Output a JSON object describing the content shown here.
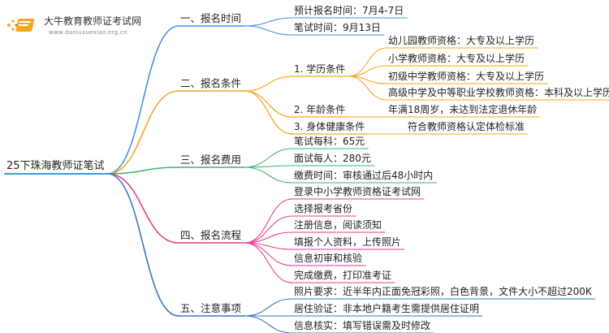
{
  "brand": {
    "name": "大牛教育教师证考试网",
    "url": "www.daniuxuexiao.org.cn",
    "colors": {
      "dot_main": "#f5a623",
      "dot_accent": "#e8453c"
    }
  },
  "root": {
    "label": "25下珠海教师证笔试"
  },
  "colors": {
    "root_link": "#3f9bd8",
    "blue": "#4a90e2",
    "orange": "#f5a623",
    "green": "#3cb371",
    "pink": "#e63c8c",
    "navy": "#3a78c2"
  },
  "branches": [
    {
      "label": "一、报名时间",
      "color": "blue",
      "leaves": [
        {
          "label": "预计报名时间：7月4-7日"
        },
        {
          "label": "笔试时间：9月13日"
        }
      ]
    },
    {
      "label": "二、报名条件",
      "color": "orange",
      "subs": [
        {
          "label": "1. 学历条件",
          "leaves": [
            {
              "label": "幼儿园教师资格：大专及以上学历"
            },
            {
              "label": "小学教师资格：大专及以上学历"
            },
            {
              "label": "初级中学教师资格：大专及以上学历"
            },
            {
              "label": "高级中学及中等职业学校教师资格：本科及以上学历"
            }
          ]
        },
        {
          "label": "2. 年龄条件",
          "leaves": [
            {
              "label": "年满18周岁，未达到法定退休年龄"
            }
          ]
        },
        {
          "label": "3. 身体健康条件",
          "leaves": [
            {
              "label": "符合教师资格认定体检标准"
            }
          ]
        }
      ]
    },
    {
      "label": "三、报名费用",
      "color": "green",
      "leaves": [
        {
          "label": "笔试每科：65元"
        },
        {
          "label": "面试每人：280元"
        },
        {
          "label": "缴费时间：审核通过后48小时内"
        }
      ]
    },
    {
      "label": "四、报名流程",
      "color": "pink",
      "leaves": [
        {
          "label": "登录中小学教师资格证考试网"
        },
        {
          "label": "选择报考省份"
        },
        {
          "label": "注册信息，阅读须知"
        },
        {
          "label": "填报个人资料，上传照片"
        },
        {
          "label": "信息初审和核验"
        },
        {
          "label": "完成缴费，打印准考证"
        }
      ]
    },
    {
      "label": "五、注意事项",
      "color": "navy",
      "leaves": [
        {
          "label": "照片要求：近半年内正面免冠彩照，白色背景，文件大小不超过200K"
        },
        {
          "label": "居住验证：非本地户籍考生需提供居住证明"
        },
        {
          "label": "信息核实：填写错误需及时修改"
        }
      ]
    }
  ]
}
